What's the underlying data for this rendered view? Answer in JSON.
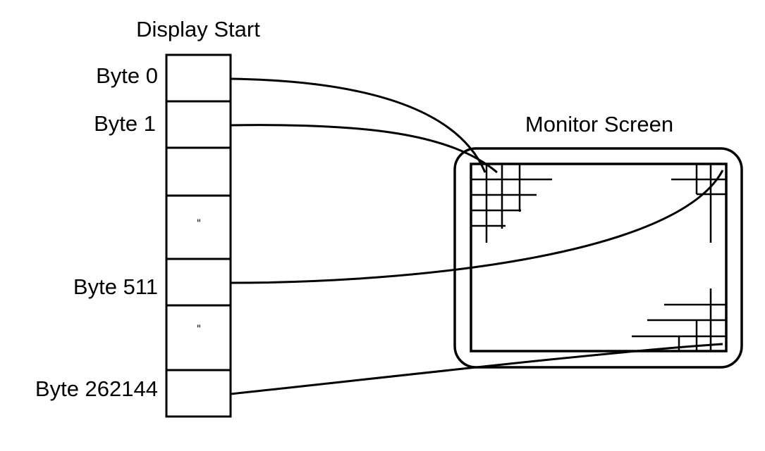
{
  "memory": {
    "title": "Display Start",
    "byte_labels": {
      "byte0": "Byte 0",
      "byte1": "Byte 1",
      "byte511": "Byte 511",
      "byte262144": "Byte  262144"
    },
    "ellipsis_mark": "\""
  },
  "monitor": {
    "title": "Monitor  Screen"
  },
  "colors": {
    "ink": "#000000",
    "background": "#ffffff"
  }
}
